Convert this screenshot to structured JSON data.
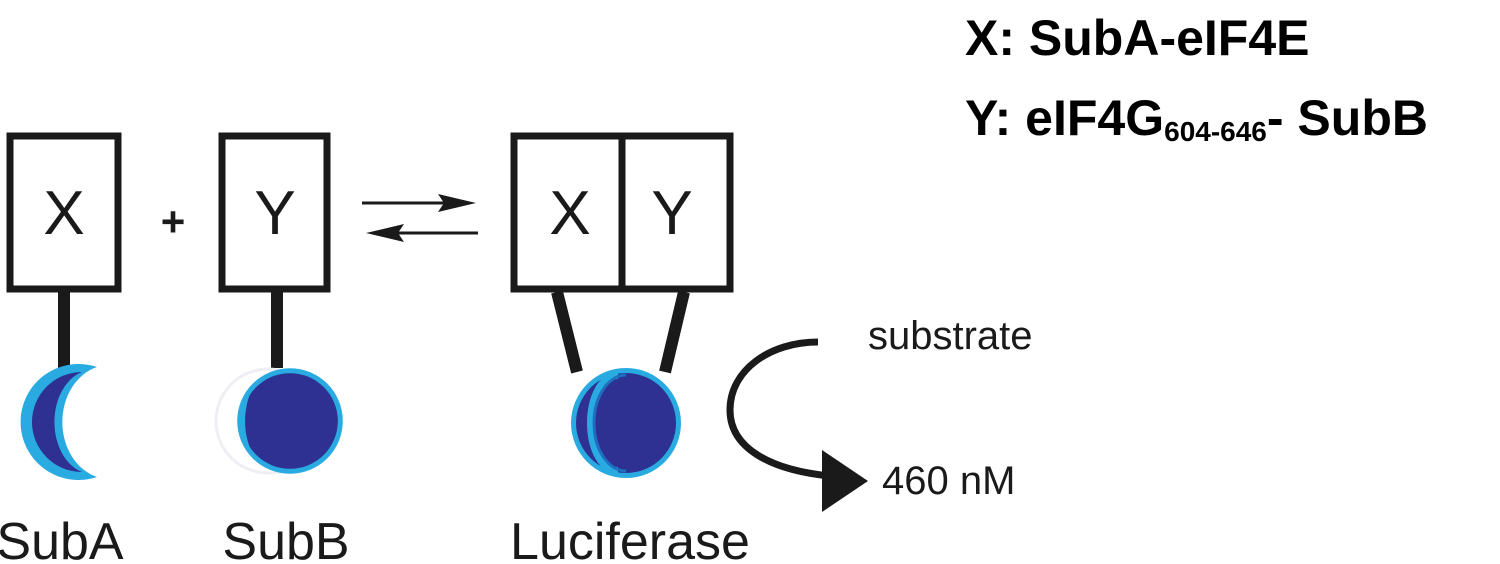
{
  "legend": {
    "x_line": {
      "symbol": "X",
      "text": ": SubA-eIF4E"
    },
    "y_line": {
      "symbol": "Y",
      "text_before": ": eIF4G",
      "subscript": "604-646",
      "text_after": "- SubB"
    }
  },
  "components": {
    "box_x": "X",
    "plus": "+",
    "box_y": "Y",
    "complex_x": "X",
    "complex_y": "Y"
  },
  "captions": {
    "suba": "SubA",
    "subb": "SubB",
    "luciferase": "Luciferase"
  },
  "reaction": {
    "substrate": "substrate",
    "product": "460 nM"
  },
  "colors": {
    "dark_blue": "#2e3192",
    "light_blue": "#29abe2",
    "line": "#1a1a1a"
  }
}
